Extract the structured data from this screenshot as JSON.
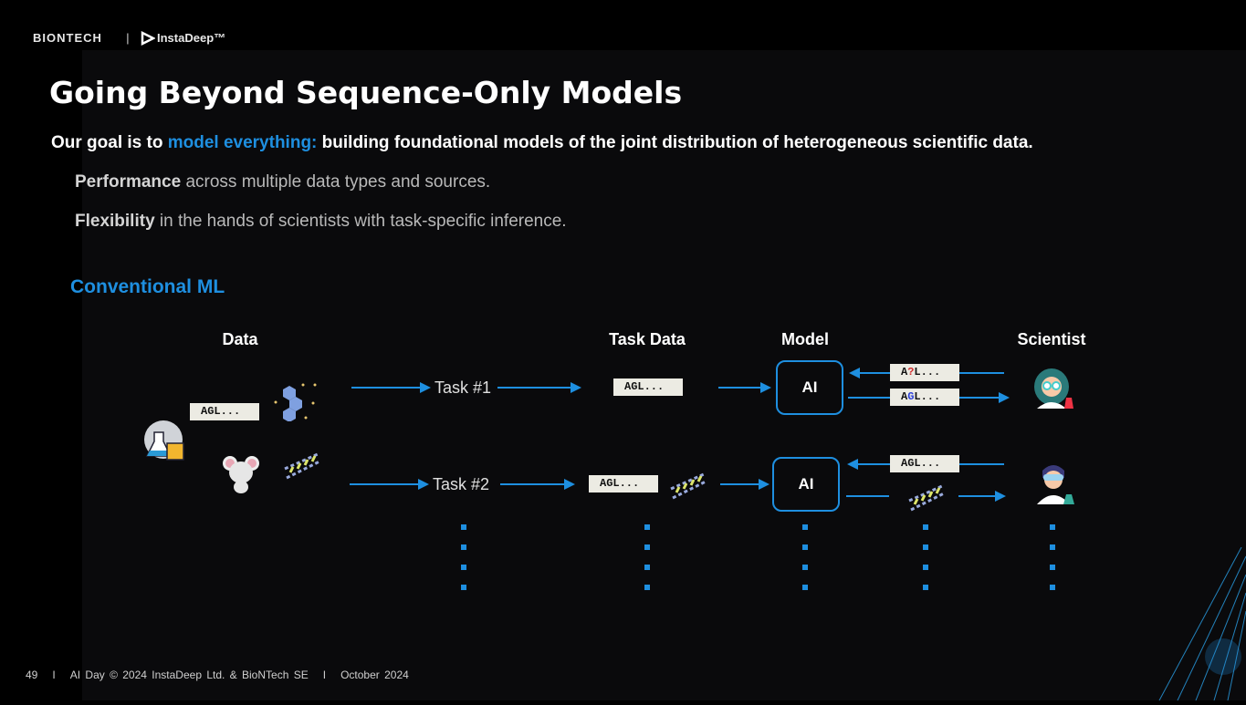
{
  "header": {
    "biontech_logo": "BIONTECH",
    "separator": "|",
    "instadeep_logo": "InstaDeep™"
  },
  "title": "Going Beyond Sequence-Only Models",
  "goal": {
    "prefix": "Our goal is to ",
    "highlight": "model everything:",
    "suffix": " building foundational models of the joint distribution of heterogeneous scientific data."
  },
  "points": [
    {
      "bold": "Performance",
      "rest": " across multiple data types and sources."
    },
    {
      "bold": "Flexibility",
      "rest": " in the hands of scientists with task-specific inference."
    }
  ],
  "section": "Conventional ML",
  "diagram": {
    "columns": [
      "Data",
      "Task Data",
      "Model",
      "Scientist"
    ],
    "data_seq": "AGL...",
    "tasks": [
      "Task #1",
      "Task #2"
    ],
    "task_data_seq": [
      "AGL...",
      "AGL..."
    ],
    "model_label": "AI",
    "row1_query": {
      "a": "A",
      "q": "?",
      "l": "L..."
    },
    "row1_answer": {
      "a": "A",
      "g": "G",
      "l": "L..."
    },
    "row2_query": "AGL...",
    "colors": {
      "accent": "#1e8fe0",
      "query_mark": "#d32f2f",
      "answer_mark": "#2a3fd8"
    }
  },
  "footer": {
    "page": "49",
    "sep": "I",
    "text": "AI Day © 2024 InstaDeep Ltd. & BioNTech SE",
    "date": "October 2024"
  }
}
